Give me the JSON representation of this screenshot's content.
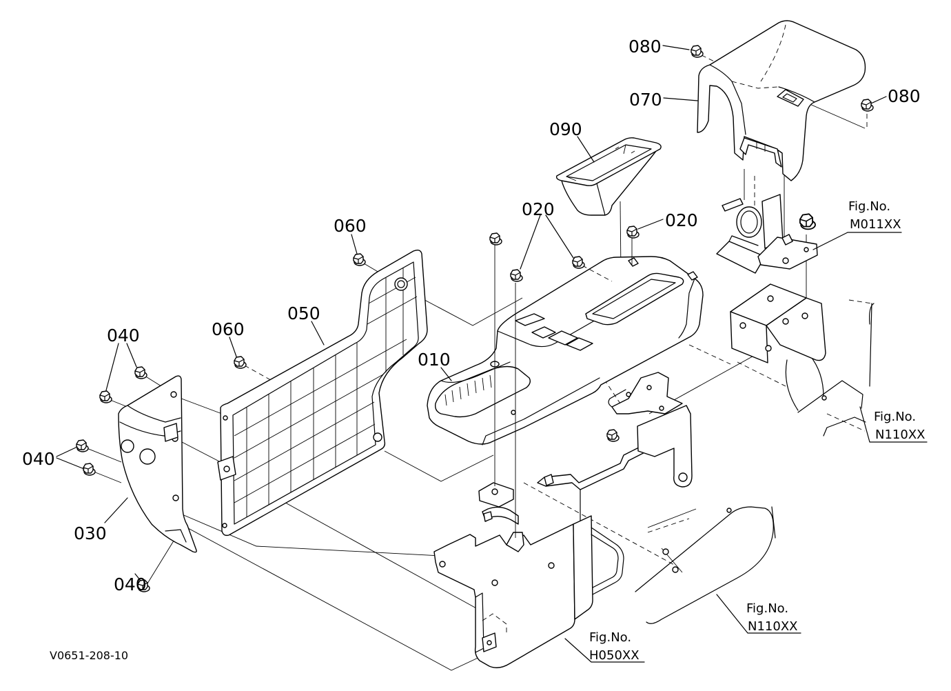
{
  "diagram": {
    "drawing_code": "V0651-208-10",
    "callouts": [
      {
        "part_no": "080"
      },
      {
        "part_no": "070"
      },
      {
        "part_no": "080"
      },
      {
        "part_no": "090"
      },
      {
        "part_no": "020"
      },
      {
        "part_no": "020"
      },
      {
        "part_no": "060"
      },
      {
        "part_no": "060"
      },
      {
        "part_no": "050"
      },
      {
        "part_no": "040"
      },
      {
        "part_no": "010"
      },
      {
        "part_no": "040"
      },
      {
        "part_no": "030"
      },
      {
        "part_no": "040"
      }
    ],
    "figure_refs": [
      {
        "label": "Fig.No.",
        "code": "M011XX"
      },
      {
        "label": "Fig.No.",
        "code": "N110XX"
      },
      {
        "label": "Fig.No.",
        "code": "N110XX"
      },
      {
        "label": "Fig.No.",
        "code": "H050XX"
      }
    ]
  }
}
